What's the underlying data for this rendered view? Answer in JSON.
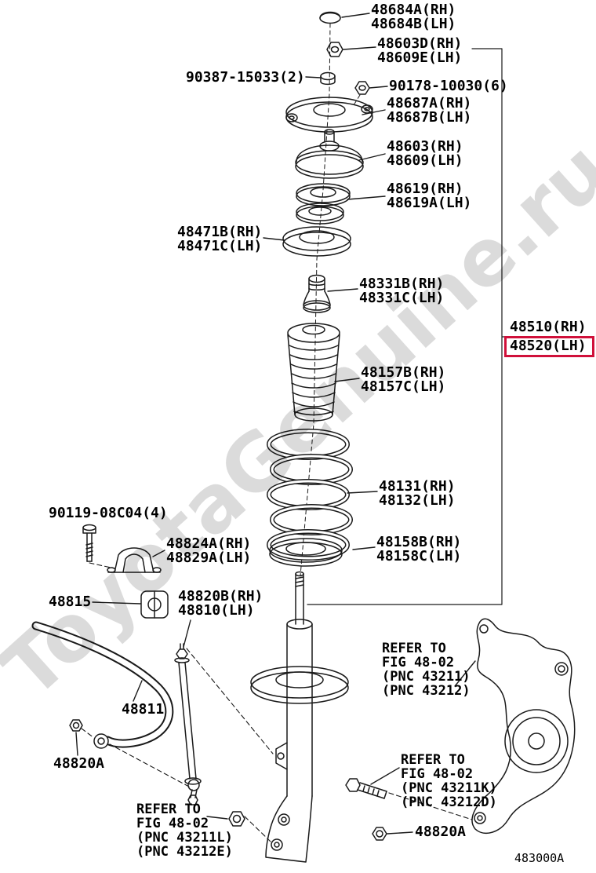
{
  "watermark": "ToyotaGenuine.ru",
  "diagram_code": "483000A",
  "colors": {
    "highlight_box": "#d0103a",
    "line": "#1a1a1a",
    "background": "#ffffff"
  },
  "labels": [
    {
      "l1": "48684A(RH)",
      "l2": "48684B(LH)"
    },
    {
      "l1": "48603D(RH)",
      "l2": "48609E(LH)"
    },
    {
      "l1": "90387-15033(2)"
    },
    {
      "l1": "90178-10030(6)"
    },
    {
      "l1": "48687A(RH)",
      "l2": "48687B(LH)"
    },
    {
      "l1": "48603(RH)",
      "l2": "48609(LH)"
    },
    {
      "l1": "48619(RH)",
      "l2": "48619A(LH)"
    },
    {
      "l1": "48471B(RH)",
      "l2": "48471C(LH)"
    },
    {
      "l1": "48331B(RH)",
      "l2": "48331C(LH)"
    },
    {
      "l1": "48510(RH)"
    },
    {
      "l1": "48520(LH)",
      "highlighted": true
    },
    {
      "l1": "48157B(RH)",
      "l2": "48157C(LH)"
    },
    {
      "l1": "48131(RH)",
      "l2": "48132(LH)"
    },
    {
      "l1": "48158B(RH)",
      "l2": "48158C(LH)"
    },
    {
      "l1": "90119-08C04(4)"
    },
    {
      "l1": "48824A(RH)",
      "l2": "48829A(LH)"
    },
    {
      "l1": "48820B(RH)",
      "l2": "48810(LH)"
    },
    {
      "l1": "48815"
    },
    {
      "l1": "48811"
    },
    {
      "l1": "48820A"
    },
    {
      "l1": "48820A"
    }
  ],
  "refer_notes": [
    {
      "l1": "REFER TO",
      "l2": "FIG 48-02",
      "l3": "(PNC 43211)",
      "l4": "(PNC 43212)"
    },
    {
      "l1": "REFER TO",
      "l2": "FIG 48-02",
      "l3": "(PNC 43211K)",
      "l4": "(PNC 43212D)"
    },
    {
      "l1": "REFER TO",
      "l2": "FIG 48-02",
      "l3": "(PNC 43211L)",
      "l4": "(PNC 43212E)"
    }
  ]
}
